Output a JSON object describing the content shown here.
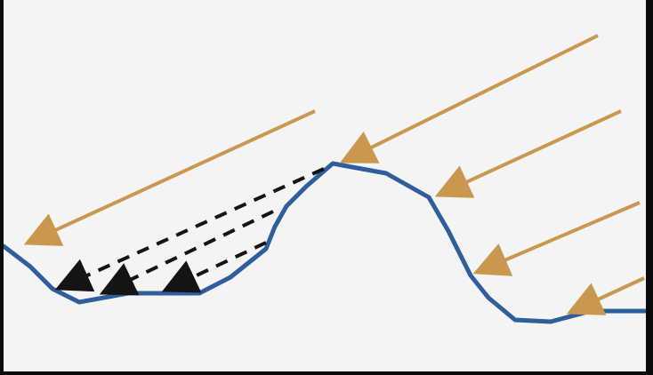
{
  "diagram": {
    "colors": {
      "background": "#f4f4f4",
      "frame": "#0b0b0b",
      "terrain": "#2e5f9c",
      "incoming_rays": "#c9974e",
      "reflected_rays": "#141414"
    },
    "elements": {
      "terrain": "terrain-profile",
      "incoming": "incoming-ray-arrows",
      "shadow": "shadow-ray-arrows"
    }
  }
}
